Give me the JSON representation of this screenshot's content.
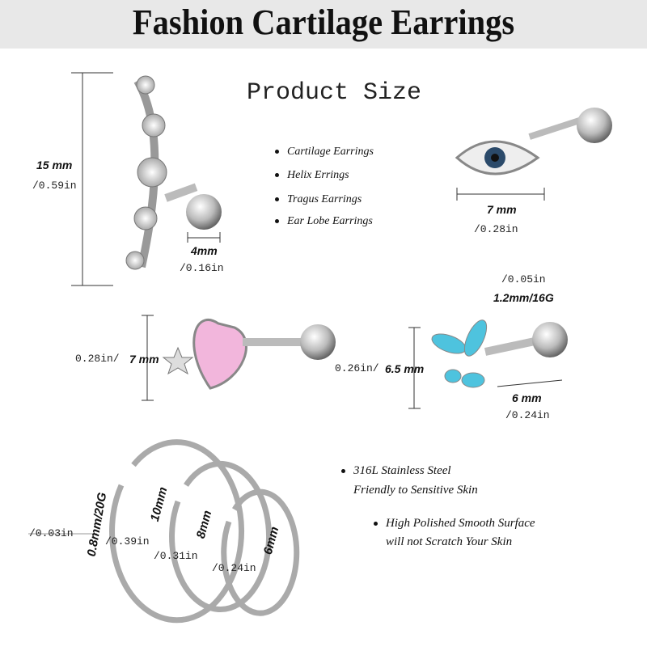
{
  "title": "Fashion Cartilage Earrings",
  "product_size_label": "Product Size",
  "types": [
    "Cartilage Earrings",
    "Helix Errings",
    "Tragus Earrings",
    "Ear Lobe Earrings"
  ],
  "climber": {
    "height_mm": "15 mm",
    "height_in": "/0.59in",
    "ball_mm": "4mm",
    "ball_in": "/0.16in"
  },
  "eye": {
    "width_mm": "7 mm",
    "width_in": "/0.28in"
  },
  "heart": {
    "height_in": "0.28in/",
    "height_mm": "7 mm"
  },
  "butterfly": {
    "gauge_in": "/0.05in",
    "gauge_mm": "1.2mm/16G",
    "height_in": "0.26in/",
    "height_mm": "6.5 mm",
    "bar_mm": "6 mm",
    "bar_in": "/0.24in"
  },
  "hoops": {
    "gauge_in": "/0.03in",
    "gauge_mm": "0.8mm/20G",
    "sizes": [
      {
        "mm": "10mm",
        "in": "/0.39in"
      },
      {
        "mm": "8mm",
        "in": "/0.31in"
      },
      {
        "mm": "6mm",
        "in": "/0.24in"
      }
    ]
  },
  "features": [
    {
      "line1": "316L Stainless Steel",
      "line2": "Friendly to Sensitive Skin"
    },
    {
      "line1": "High Polished Smooth Surface",
      "line2": "will not Scratch Your Skin"
    }
  ]
}
